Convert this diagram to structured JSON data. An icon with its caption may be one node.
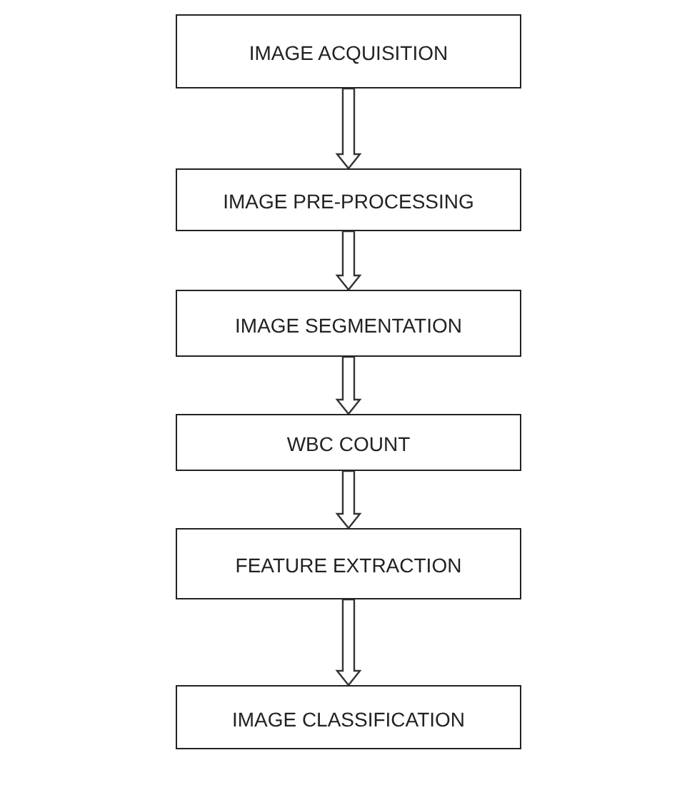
{
  "diagram": {
    "nodes": [
      {
        "text": [
          "IMAGE ACQUISITION"
        ]
      },
      {
        "text": [
          "IMAGE PRE-PROCESSING"
        ]
      },
      {
        "text": [
          "IMAGE SEGMENTATION"
        ]
      },
      {
        "text": [
          "WBC COUNT"
        ]
      },
      {
        "text": [
          "FEATURE EXTRACTION"
        ]
      },
      {
        "text": [
          "IMAGE CLASSIFICATION"
        ]
      }
    ],
    "edges": [
      {
        "from": 0,
        "to": 1,
        "arrow": "to"
      },
      {
        "from": 1,
        "to": 2,
        "arrow": "to"
      },
      {
        "from": 2,
        "to": 3,
        "arrow": "to"
      },
      {
        "from": 3,
        "to": 4,
        "arrow": "to"
      },
      {
        "from": 4,
        "to": 5,
        "arrow": "to"
      }
    ]
  }
}
